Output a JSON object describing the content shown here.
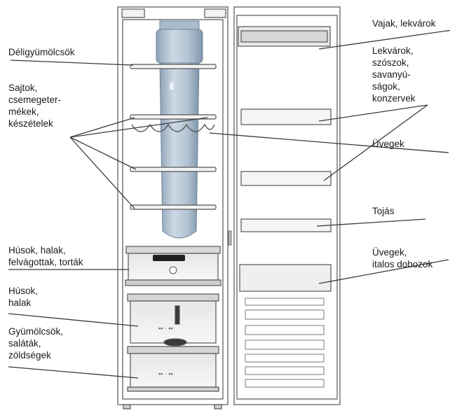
{
  "labels": {
    "deli_fruit": "Déligyümölcsök",
    "cheese": "Sajtok,\ncsemegeter-\nmékek,\nkészételek",
    "meat_fish_cold_cuts": "Húsok, halak,\nfelvágottak, torták",
    "meat_fish": "Húsok,\nhalak",
    "fruit_veg": "Gyümölcsök,\nsaláták,\nzöldségek",
    "butter_jam": "Vajak, lekvárok",
    "jams_sauces": "Lekvárok,\nszószok,\nsavanyú-\nságok,\nkonzervek",
    "jars": "Üvegek",
    "eggs": "Tojás",
    "jars_drinks": "Üvegek,\nitalos dobozok"
  },
  "colors": {
    "line": "#3a3a3a",
    "outline": "#555555",
    "tube_fill": "#b9c8d6",
    "tube_edge": "#6f8599"
  },
  "icons": {
    "wine_rack": "wine-rack-icon",
    "control_panel": "control-panel-icon"
  }
}
